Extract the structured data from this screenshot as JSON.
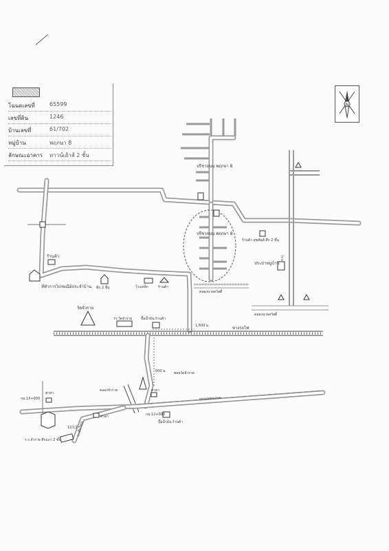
{
  "info": {
    "rows": [
      {
        "label": "โฉนดเลขที่",
        "value": "65599"
      },
      {
        "label": "เลขที่ดิน",
        "value": "1246"
      },
      {
        "label": "บ้านเลขที่",
        "value": "61/702"
      },
      {
        "label": "หมู่บ้าน",
        "value": "พฤกษา 8"
      },
      {
        "label": "ลักษณะอาคาร",
        "value": "ทาวน์เฮ้าส์ 2 ชั้น"
      }
    ]
  },
  "compass": {
    "north": "N"
  },
  "labels": {
    "estate_top": "ปรีชาถนน พฤกษา 8",
    "estate_mid": "ปรีชาถนน พฤกษา 8",
    "shop_right": "ร้านค้า สุขสันต์ ตึก 2 ชั้น",
    "pump_station": "ประปาหมู่บ้าน",
    "shop_left": "ร้านค้า",
    "district_office": "ที่ทำการไปรษณีย์ประจำบ้าน",
    "two_storey": "ตึก 2 ชั้น",
    "factory": "โรงเหล็ก",
    "shop_mid": "ร้านค้า",
    "canal_upper": "คลองนายสวัสดิ์",
    "canal_right": "คลองนายสวัสดิ์",
    "temple": "วัดจั่วราย",
    "school": "รร.วัดจั่วราย",
    "gas_station_top": "ปั๊มน้ำมัน,ร้านค้า",
    "dist_1600": "1,600 ม.",
    "railway": "ทางรถไฟ",
    "dist_500": "500 ม.",
    "soi": "ซอยวัดจั่วราย",
    "canal_lower": "คลองจั่วราย",
    "sala_1": "ศาลา",
    "sala_2": "ศาลา",
    "sala_3": "ศาลา",
    "km13": "กม.13+000",
    "km12": "กม.12+000",
    "gas_station_bottom": "ปั๊มน้ำมัน,ร้านค้า",
    "house_no": "12/12",
    "police_box": "ร.ร.จั่วราย ตึกแถว 2 ชั้น",
    "road_name": "ถ.เสือใหญ่",
    "main_road": "ถนนเพชรเกษม",
    "side_road": "ถ.บ"
  }
}
